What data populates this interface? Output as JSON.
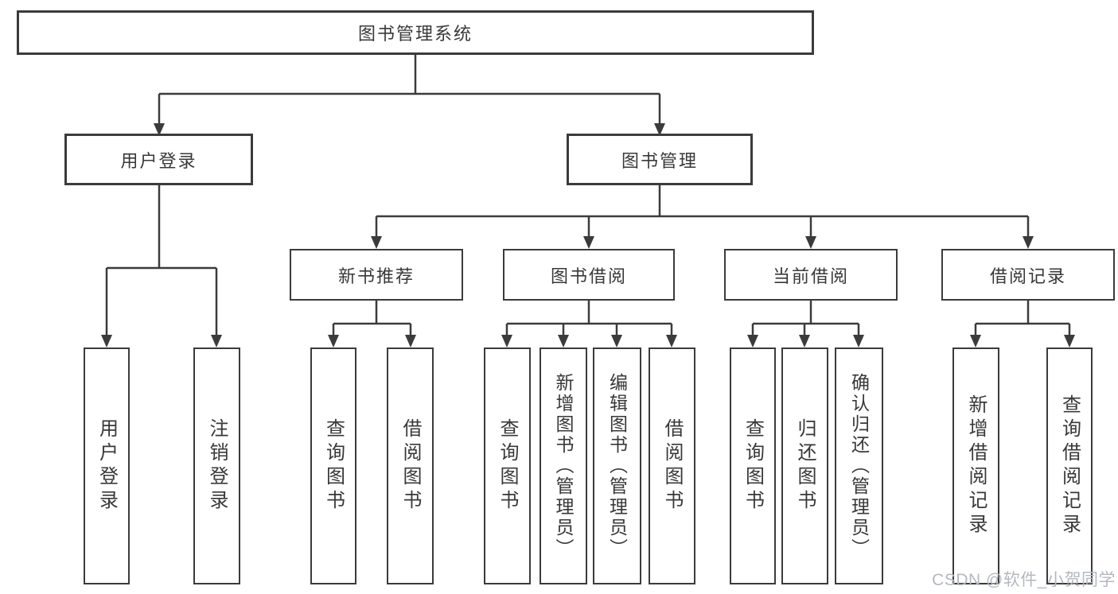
{
  "diagram": {
    "root": {
      "label": "图书管理系统"
    },
    "level2": [
      {
        "label": "用户登录",
        "leaves": [
          {
            "label": "用户登录"
          },
          {
            "label": "注销登录"
          }
        ]
      },
      {
        "label": "图书管理",
        "groups": [
          {
            "label": "新书推荐",
            "leaves": [
              {
                "label": "查询图书"
              },
              {
                "label": "借阅图书"
              }
            ]
          },
          {
            "label": "图书借阅",
            "leaves": [
              {
                "label": "查询图书"
              },
              {
                "label": "新增图书（管理员）"
              },
              {
                "label": "编辑图书（管理员）"
              },
              {
                "label": "借阅图书"
              }
            ]
          },
          {
            "label": "当前借阅",
            "leaves": [
              {
                "label": "查询图书"
              },
              {
                "label": "归还图书"
              },
              {
                "label": "确认归还（管理员）"
              }
            ]
          },
          {
            "label": "借阅记录",
            "leaves": [
              {
                "label": "新增借阅记录"
              },
              {
                "label": "查询借阅记录"
              }
            ]
          }
        ]
      }
    ],
    "watermark": "CSDN @软件_小贺同学",
    "colors": {
      "line": "#3b3b3b",
      "text": "#383838",
      "watermark": "#b4b8be"
    }
  }
}
